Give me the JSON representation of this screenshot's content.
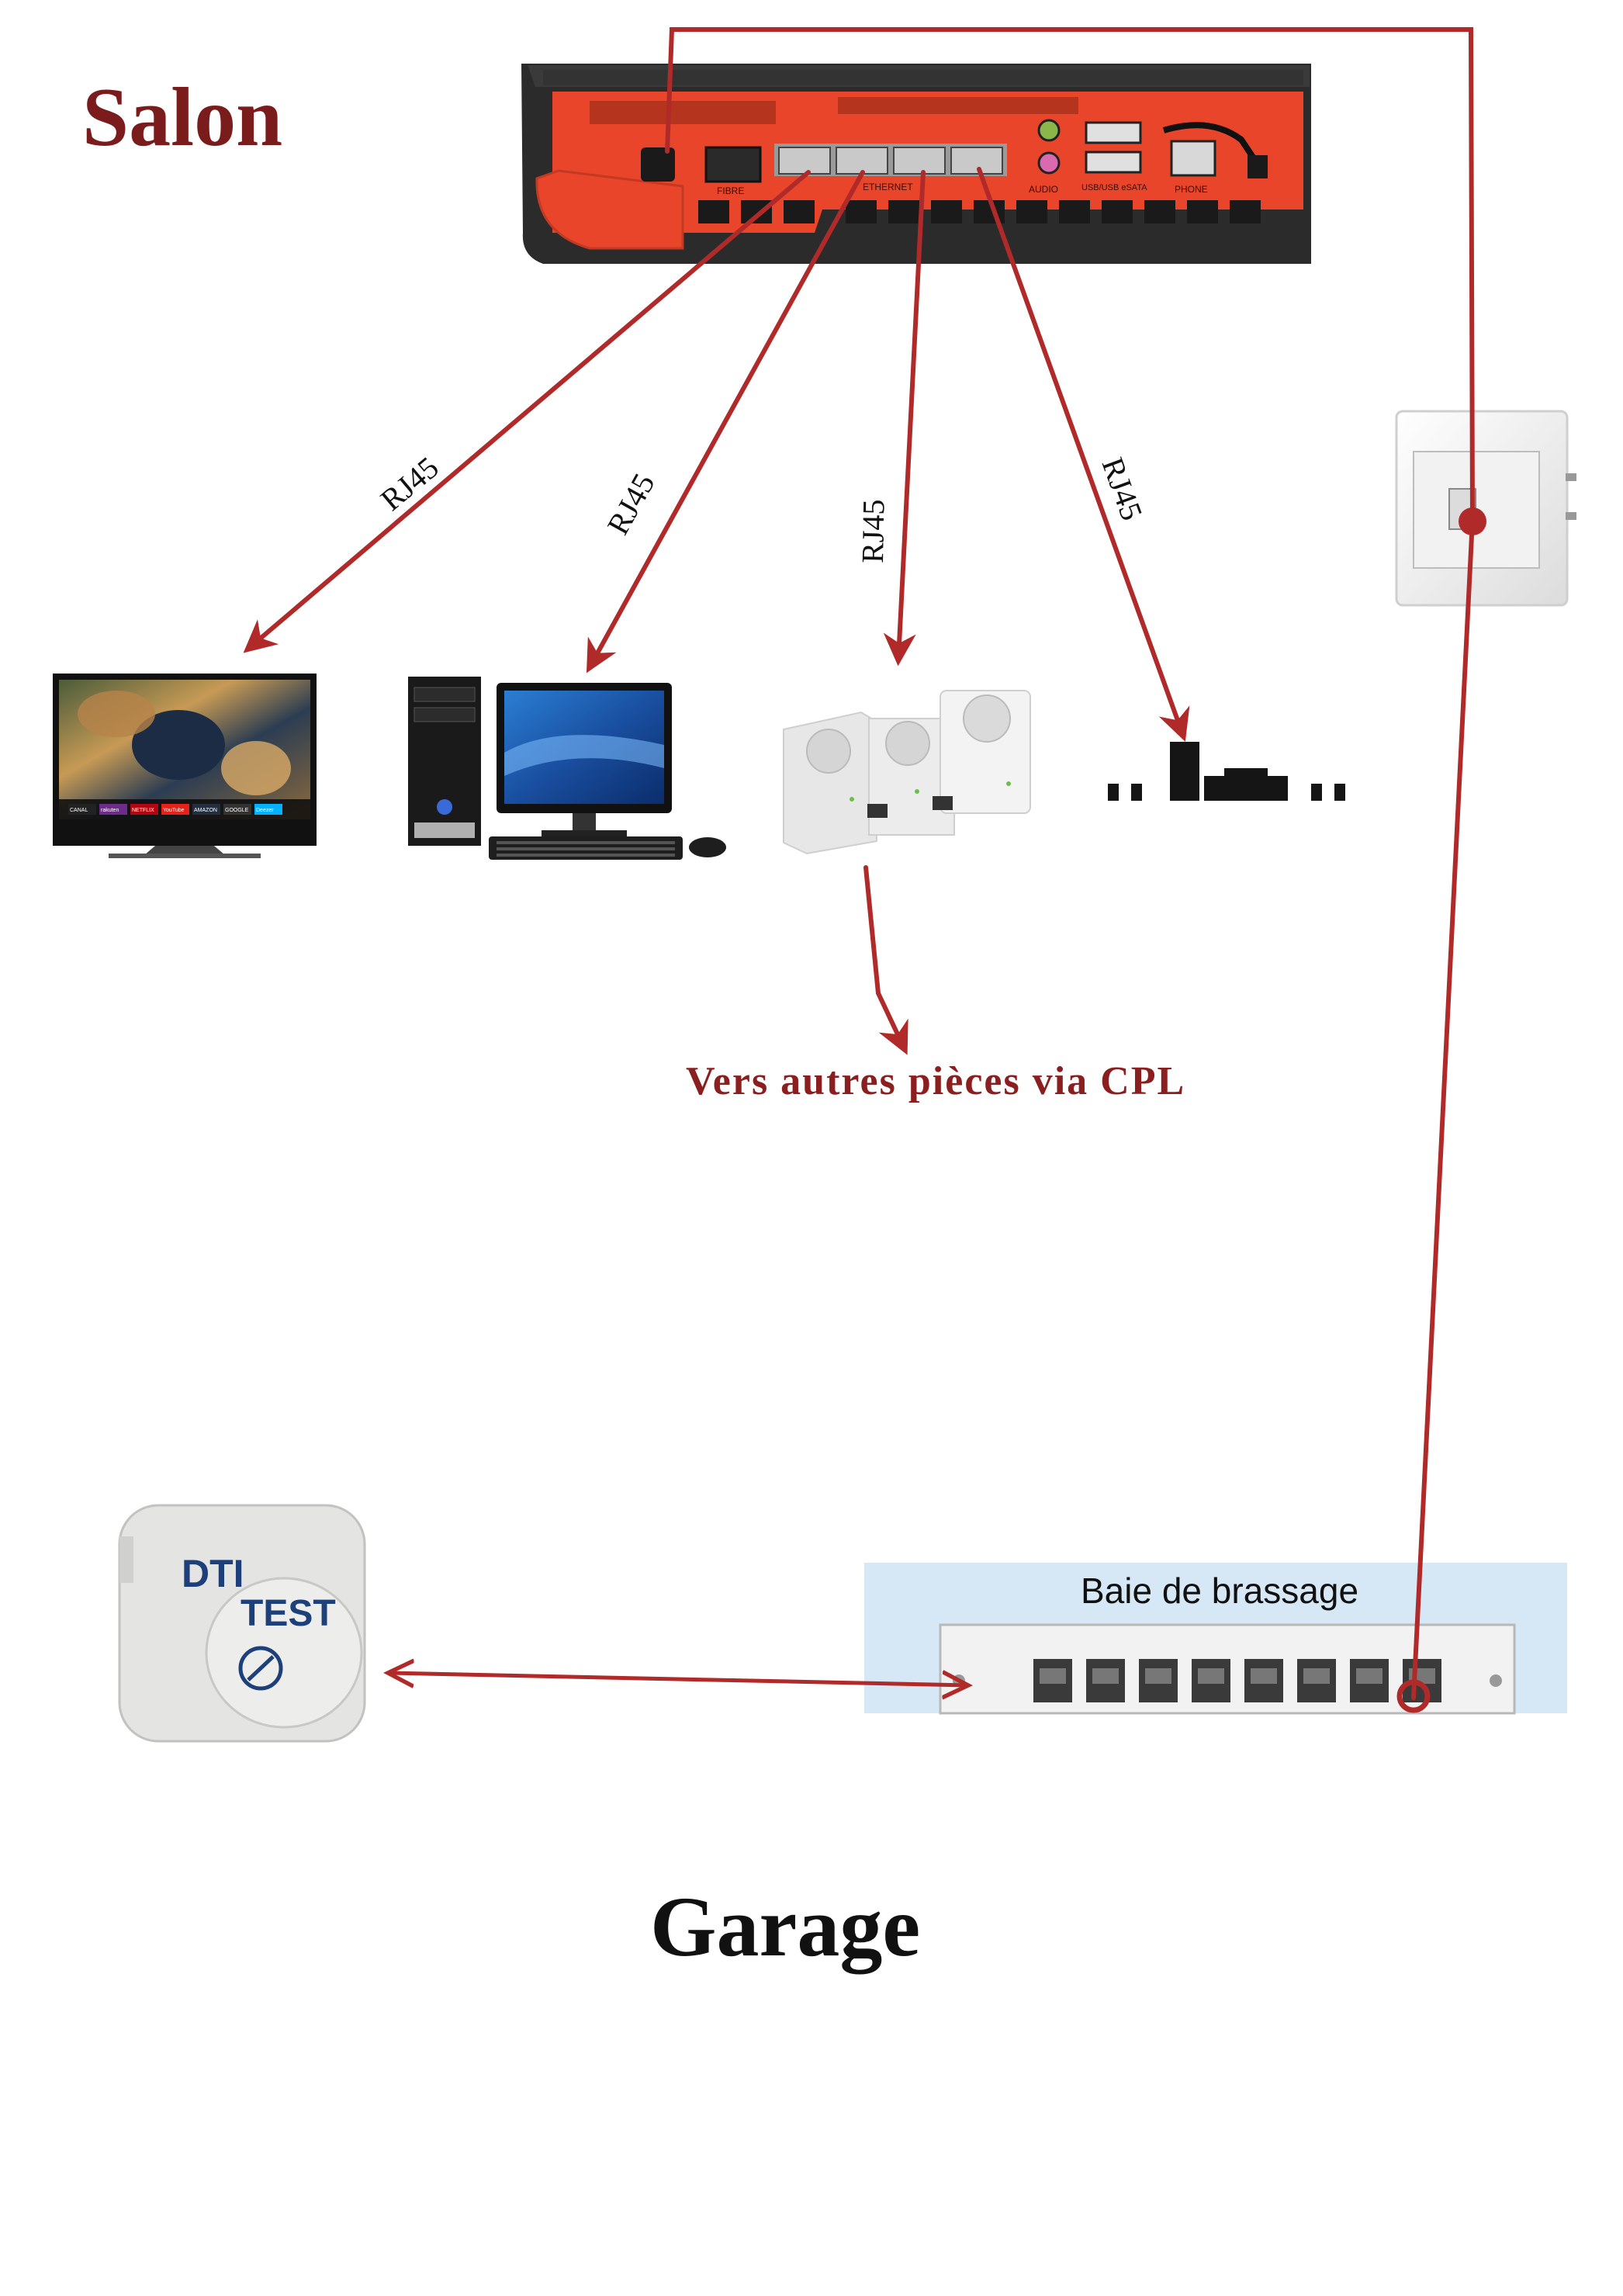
{
  "rooms": {
    "salon": "Salon",
    "garage": "Garage"
  },
  "cables": {
    "tv": "RJ45",
    "pc": "RJ45",
    "cpl": "RJ45",
    "home_cinema": "RJ45"
  },
  "cpl_note": "Vers autres pièces via CPL",
  "router": {
    "port_labels": [
      "FIBRE",
      "ETHERNET",
      "AUDIO",
      "USB/USB eSATA",
      "PHONE"
    ]
  },
  "dti": {
    "line1": "DTI",
    "line2": "TEST"
  },
  "patch_panel": {
    "title": "Baie de brassage"
  },
  "tv_apps": [
    "CANAL",
    "rakuten",
    "NETFLIX",
    "YouTube",
    "AMAZON",
    "GOOGLE",
    "Deezer"
  ],
  "colors": {
    "wire": "#b02a2a",
    "salon_title": "#7a1c1c",
    "cpl_note": "#8b1f1f",
    "router_face": "#e8452a",
    "router_body": "#2b2b2b",
    "panel_bg": "#d6e7f5"
  }
}
